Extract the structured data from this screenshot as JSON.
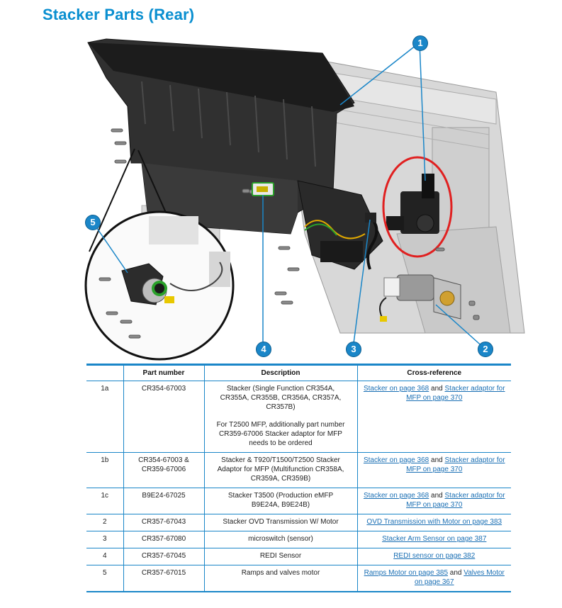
{
  "page": {
    "title": "Stacker Parts (Rear)"
  },
  "figure": {
    "callouts": [
      "1",
      "2",
      "3",
      "4",
      "5"
    ]
  },
  "table": {
    "headers": [
      "",
      "Part number",
      "Description",
      "Cross-reference"
    ],
    "rows": [
      {
        "id": "1a",
        "part": "CR354-67003",
        "description": "Stacker (Single Function CR354A, CR355A, CR355B, CR356A, CR357A, CR357B)",
        "description_extra": "For T2500 MFP, additionally part number CR359-67006 Stacker adaptor for MFP needs to be ordered",
        "ref_link1": "Stacker on page 368",
        "ref_and": " and ",
        "ref_link2": "Stacker adaptor for MFP on page 370"
      },
      {
        "id": "1b",
        "part": "CR354-67003 & CR359-67006",
        "description": "Stacker & T920/T1500/T2500 Stacker Adaptor for MFP (Multifunction CR358A, CR359A, CR359B)",
        "ref_link1": "Stacker on page 368",
        "ref_and": " and ",
        "ref_link2": "Stacker adaptor for MFP on page 370"
      },
      {
        "id": "1c",
        "part": "B9E24-67025",
        "description": "Stacker T3500 (Production eMFP B9E24A, B9E24B)",
        "ref_link1": "Stacker on page 368",
        "ref_and": " and ",
        "ref_link2": "Stacker adaptor for MFP on page 370"
      },
      {
        "id": "2",
        "part": "CR357-67043",
        "description": "Stacker OVD Transmission W/ Motor",
        "ref_link1": "OVD Transmission with Motor on page 383"
      },
      {
        "id": "3",
        "part": "CR357-67080",
        "description": "microswitch (sensor)",
        "ref_link1": "Stacker Arm Sensor on page 387"
      },
      {
        "id": "4",
        "part": "CR357-67045",
        "description": "REDI Sensor",
        "ref_link1": "REDI sensor on page 382"
      },
      {
        "id": "5",
        "part": "CR357-67015",
        "description": "Ramps and valves motor",
        "ref_link1": "Ramps Motor on page 385",
        "ref_and": " and ",
        "ref_link2": "Valves Motor on page 367"
      }
    ]
  }
}
